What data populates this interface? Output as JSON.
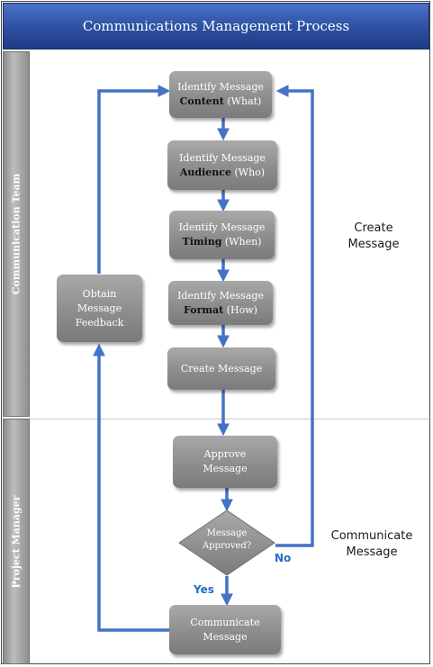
{
  "title": "Communications Management Process",
  "lanes": {
    "communication_team": "Communication Team",
    "project_manager": "Project Manager"
  },
  "steps": {
    "content": {
      "line1": "Identify Message",
      "bold": "Content",
      "rest": " (What)"
    },
    "audience": {
      "line1": "Identify Message",
      "bold": "Audience",
      "rest": " (Who)"
    },
    "timing": {
      "line1": "Identify Message",
      "bold": "Timing",
      "rest": " (When)"
    },
    "format": {
      "line1": "Identify Message",
      "bold": "Format",
      "rest": " (How)"
    },
    "create": "Create Message",
    "approve": {
      "line1": "Approve",
      "line2": "Message"
    },
    "decision": {
      "line1": "Message",
      "line2": "Approved?"
    },
    "communicate": {
      "line1": "Communicate",
      "line2": "Message"
    },
    "feedback": {
      "line1": "Obtain",
      "line2": "Message",
      "line3": "Feedback"
    }
  },
  "branch_labels": {
    "yes": "Yes",
    "no": "No"
  },
  "phase_labels": {
    "create": {
      "line1": "Create",
      "line2": "Message"
    },
    "communicate": {
      "line1": "Communicate",
      "line2": "Message"
    }
  },
  "colors": {
    "title_bar": "#2c4fa0",
    "arrow": "#4472c4",
    "box": "#8d8d8d",
    "branch_label": "#1f6fc8"
  }
}
